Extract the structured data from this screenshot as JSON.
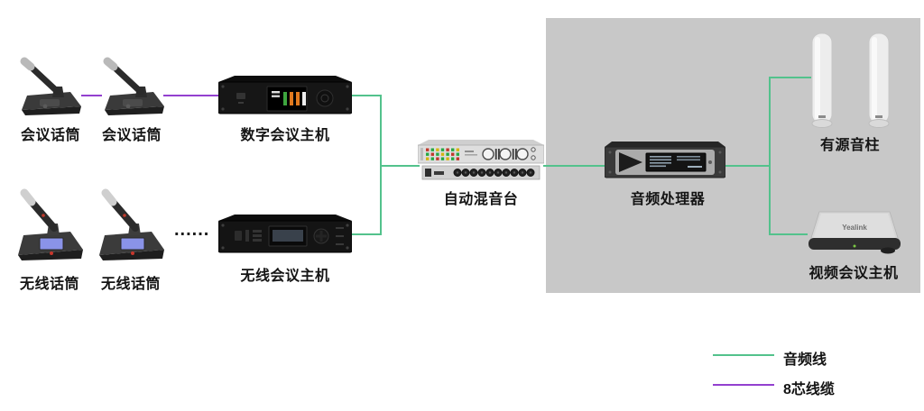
{
  "nodes": {
    "conf_mic_1": {
      "label": "会议话筒"
    },
    "conf_mic_2": {
      "label": "会议话筒"
    },
    "digital_host": {
      "label": "数字会议主机"
    },
    "wireless_mic_1": {
      "label": "无线话筒"
    },
    "wireless_mic_2": {
      "label": "无线话筒"
    },
    "wireless_mic_more": {
      "label": "......"
    },
    "wireless_host": {
      "label": "无线会议主机"
    },
    "mixer": {
      "label": "自动混音台"
    },
    "audio_processor": {
      "label": "音频处理器"
    },
    "speakers": {
      "label": "有源音柱"
    },
    "video_host": {
      "label": "视频会议主机",
      "brand": "Yealink"
    }
  },
  "legend": {
    "audio": {
      "label": "音频线",
      "color": "#53c28c"
    },
    "core8": {
      "label": "8芯线缆",
      "color": "#9340cf"
    }
  },
  "colors": {
    "audio_line": "#53c28c",
    "core8_line": "#9340cf",
    "zone_bg": "#c8c8c8"
  }
}
